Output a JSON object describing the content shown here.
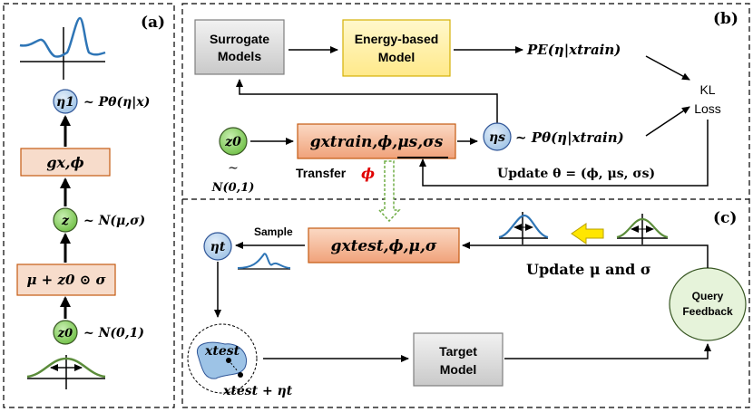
{
  "panel_a": {
    "label": "(a)",
    "eta1_node": "η1",
    "eta1_dist": "~ Pθ(η|x)",
    "g_box": "gx,ϕ",
    "z_node": "z",
    "z_dist": "~ N(μ,σ)",
    "reparam_box": "μ + z0 ⊙ σ",
    "z0_node": "z0",
    "z0_dist": "~ N(0,1)"
  },
  "panel_b": {
    "label": "(b)",
    "surrogate_line1": "Surrogate",
    "surrogate_line2": "Models",
    "energy_line1": "Energy-based",
    "energy_line2": "Model",
    "pe_text": "PE(η|xtrain)",
    "kl_line1": "KL",
    "kl_line2": "Loss",
    "z0_node": "z0",
    "noise_tilde": "~",
    "noise_dist": "N(0,1)",
    "g_train_box": "gxtrain,ϕ,μs,σs",
    "eta_s_node": "ηs",
    "ptheta_text": "~ Pθ(η|xtrain)",
    "transfer_label": "Transfer",
    "transfer_phi": "ϕ",
    "update_text": "Update θ = (ϕ, μs, σs)"
  },
  "panel_c": {
    "label": "(c)",
    "sample_label": "Sample",
    "eta_t_node": "ηt",
    "g_test_box": "gxtest,ϕ,μ,σ",
    "update_text": "Update μ and σ",
    "query_line1": "Query",
    "query_line2": "Feedback",
    "x_test_label": "xtest",
    "x_test_eta_label": "xtest + ηt",
    "target_line1": "Target",
    "target_line2": "Model"
  },
  "colors": {
    "node_blue": "#bcd6ee",
    "node_green": "#8ed16a",
    "box_peach": "#f6d7c3",
    "box_orange": "#f3b08b",
    "box_yellow": "#fff2a8",
    "box_gray": "#dcdcdc",
    "query_fill": "#e6f3da",
    "curve_blue": "#2e75b6",
    "curve_green": "#5b8c3a",
    "phi_red": "#e00000",
    "transfer_green": "#70ad47",
    "arrow_yellow": "#ffe600"
  }
}
